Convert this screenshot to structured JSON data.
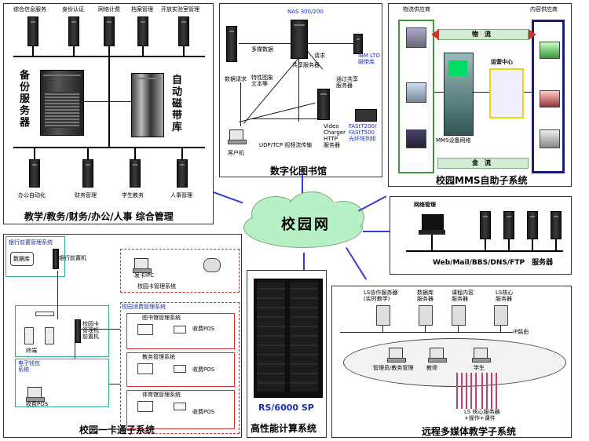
{
  "admin": {
    "top_labels": [
      "综合信息服务",
      "身份认证",
      "网络计费",
      "档案管理",
      "开放实验室管理"
    ],
    "left_label": "备份服务器",
    "right_label": "自动磁带库",
    "bottom_labels": [
      "办公自动化",
      "财务管理",
      "学生教务",
      "人事管理"
    ],
    "title": "教学/教务/财务/办公/人事 综合管理"
  },
  "library": {
    "nas_label": "NAS 300/200",
    "labels": [
      "多媒数据",
      "请求",
      "共享服务器",
      "IBM LTO\n磁带库",
      "数据请求",
      "特性图象\n文本等",
      "通过共享\n服务器",
      "Video\nCharger\nHTTP\n服务器",
      "FAStT200/\nFAStT500\n光纤阵列柜"
    ],
    "protocol": "UDP/TCP 视频流传输",
    "client": "客户机",
    "title": "数字化图书馆"
  },
  "mms": {
    "left_head": "物流供应商",
    "right_head": "内容供应商",
    "logistics": "物　流",
    "center": "运营中心",
    "mms_label": "MMS设备网络",
    "cashflow": "金　流",
    "title": "校园MMS自助子系统"
  },
  "cloud": {
    "label": "校园网"
  },
  "web": {
    "head": "网络管理",
    "servers_label": "Web/Mail/BBS/DNS/FTP　服务器"
  },
  "card": {
    "bank_head": "银行前置管理系统",
    "data_pool": "数据库",
    "bank_front": "银行前置机",
    "inner_left": "校园卡\n管理机\n前置机",
    "kbox": "发卡IPC",
    "card_mgmt_head": "校园卡管理系统",
    "consume_head": "校园消费管理系统",
    "sub1": "图书馆管理系统",
    "sub2": "教务管理系统",
    "sub3": "体育馆管理系统",
    "pos": "收费POS",
    "left_small_head": "电子钱包\n系统",
    "terminal": "终端",
    "title": "校园一卡通子系统"
  },
  "hpc": {
    "label": "RS/6000 SP",
    "title": "高性能计算系统"
  },
  "remote": {
    "servers": [
      "LS协作服务器\n(实时教学)",
      "数据库\n服务器",
      "课程内容\n服务器",
      "LS核心\n服务器"
    ],
    "ip_label": "IP路由",
    "clients": [
      "管理员/教务管理",
      "教师",
      "学生"
    ],
    "bottom_label": "LS 核心服务器\n+操作+课件",
    "title": "远程多媒体教学子系统"
  }
}
